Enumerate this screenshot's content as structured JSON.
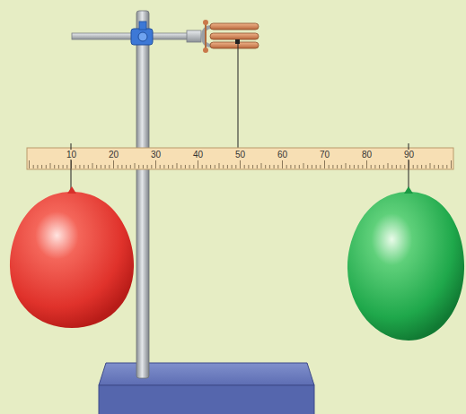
{
  "diagram": {
    "labels": [
      "10",
      "20",
      "30",
      "40",
      "50",
      "60",
      "70",
      "80",
      "90"
    ]
  }
}
